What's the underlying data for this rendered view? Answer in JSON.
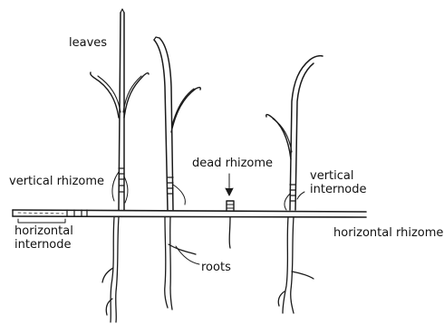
{
  "diagram": {
    "labels": {
      "leaves": "leaves",
      "vertical_rhizome": "vertical rhizome",
      "dead_rhizome": "dead rhizome",
      "vertical_internode_1": "vertical",
      "vertical_internode_2": "internode",
      "horizontal_internode_1": "horizontal",
      "horizontal_internode_2": "internode",
      "roots": "roots",
      "horizontal_rhizome": "horizontal rhizome"
    }
  }
}
